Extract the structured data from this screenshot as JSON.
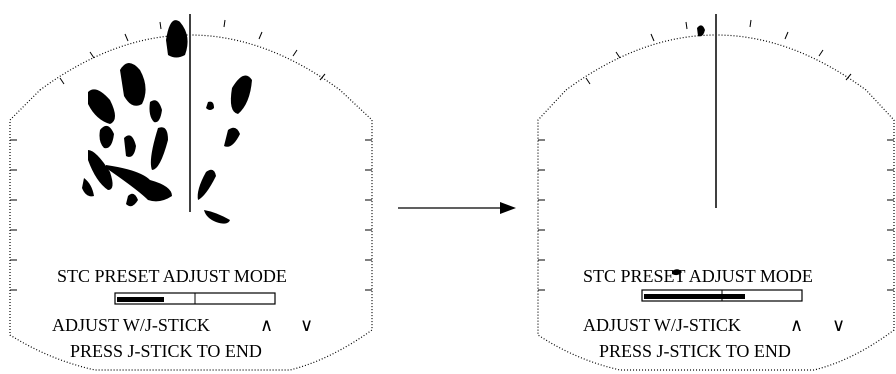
{
  "panels": [
    {
      "id": "before",
      "mode_title": "STC PRESET ADJUST MODE",
      "adjust_text": "ADJUST W/J-STICK",
      "up_glyph": "∧",
      "down_glyph": "∨",
      "end_text": "PRESS J-STICK TO END",
      "level_fraction": 0.3
    },
    {
      "id": "after",
      "mode_title": "STC PRESET ADJUST MODE",
      "adjust_text": "ADJUST W/J-STICK",
      "up_glyph": "∧",
      "down_glyph": "∨",
      "end_text": "PRESS J-STICK TO END",
      "level_fraction": 0.65
    }
  ],
  "transition": {
    "icon": "right-arrow-icon"
  }
}
